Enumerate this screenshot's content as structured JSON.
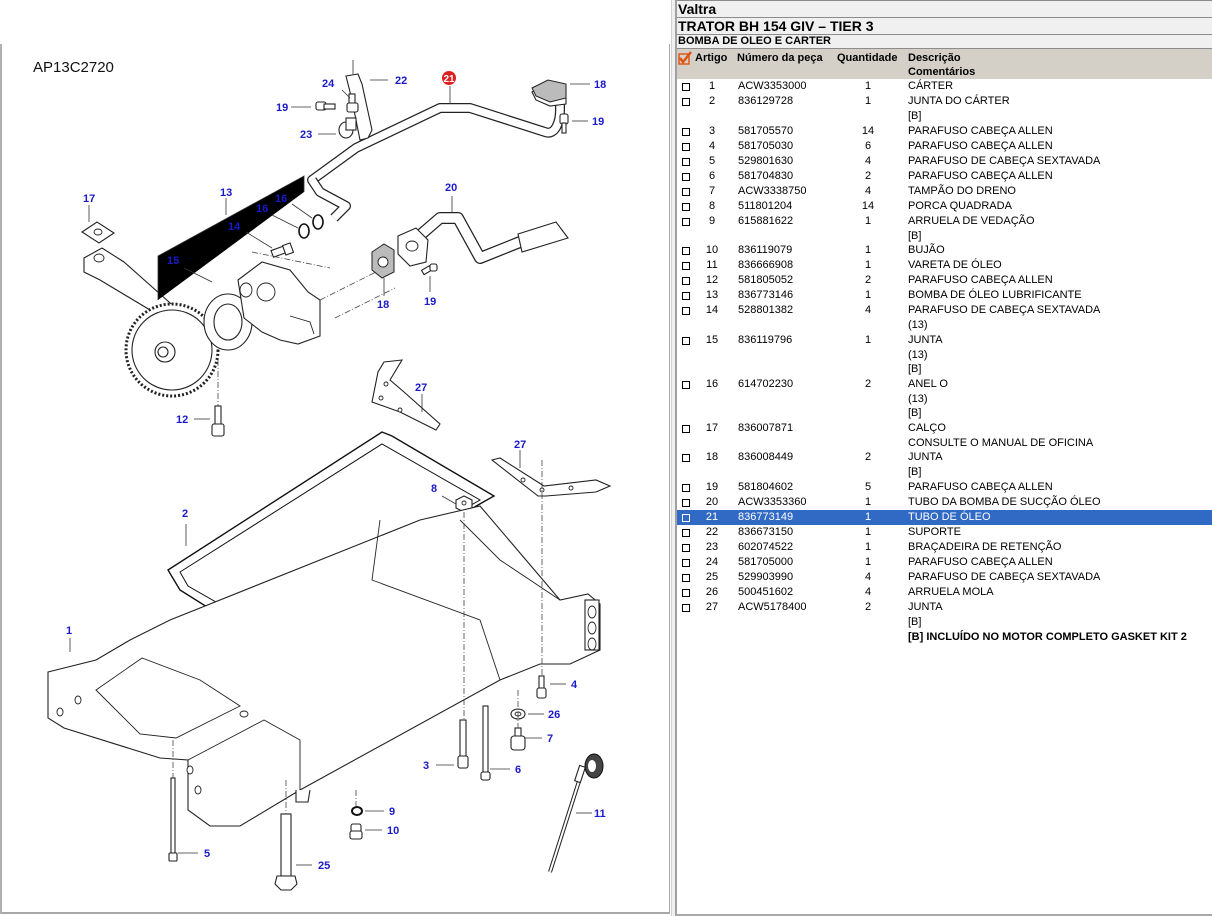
{
  "diagram": {
    "code": "AP13C2720",
    "highlighted_callout": "21",
    "callouts": [
      "1",
      "2",
      "3",
      "4",
      "5",
      "6",
      "7",
      "8",
      "9",
      "10",
      "11",
      "12",
      "13",
      "14",
      "15",
      "16",
      "17",
      "18",
      "19",
      "20",
      "21",
      "22",
      "23",
      "24",
      "25",
      "26",
      "27"
    ]
  },
  "header": {
    "brand": "Valtra",
    "model": "TRATOR BH 154 GIV – TIER 3",
    "section": "BOMBA DE OLEO E CARTER"
  },
  "columns": {
    "check_icon": "check-all-icon",
    "article": "Artigo",
    "part_number": "Número da peça",
    "quantity": "Quantidade",
    "description": "Descrição",
    "comments": "Comentários"
  },
  "parts": [
    {
      "article": "1",
      "part_number": "ACW3353000",
      "quantity": "1",
      "description": "CÁRTER",
      "comments": []
    },
    {
      "article": "2",
      "part_number": "836129728",
      "quantity": "1",
      "description": "JUNTA DO CÁRTER",
      "comments": [
        "[B]"
      ]
    },
    {
      "article": "3",
      "part_number": "581705570",
      "quantity": "14",
      "description": "PARAFUSO CABEÇA ALLEN",
      "comments": []
    },
    {
      "article": "4",
      "part_number": "581705030",
      "quantity": "6",
      "description": "PARAFUSO CABEÇA ALLEN",
      "comments": []
    },
    {
      "article": "5",
      "part_number": "529801630",
      "quantity": "4",
      "description": "PARAFUSO DE CABEÇA SEXTAVADA",
      "comments": []
    },
    {
      "article": "6",
      "part_number": "581704830",
      "quantity": "2",
      "description": "PARAFUSO CABEÇA ALLEN",
      "comments": []
    },
    {
      "article": "7",
      "part_number": "ACW3338750",
      "quantity": "4",
      "description": "TAMPÃO DO DRENO",
      "comments": []
    },
    {
      "article": "8",
      "part_number": "511801204",
      "quantity": "14",
      "description": "PORCA QUADRADA",
      "comments": []
    },
    {
      "article": "9",
      "part_number": "615881622",
      "quantity": "1",
      "description": "ARRUELA DE VEDAÇÃO",
      "comments": [
        "[B]"
      ]
    },
    {
      "article": "10",
      "part_number": "836119079",
      "quantity": "1",
      "description": "BUJÃO",
      "comments": []
    },
    {
      "article": "11",
      "part_number": "836666908",
      "quantity": "1",
      "description": "VARETA  DE ÓLEO",
      "comments": []
    },
    {
      "article": "12",
      "part_number": "581805052",
      "quantity": "2",
      "description": "PARAFUSO CABEÇA ALLEN",
      "comments": []
    },
    {
      "article": "13",
      "part_number": "836773146",
      "quantity": "1",
      "description": "BOMBA DE ÓLEO LUBRIFICANTE",
      "comments": []
    },
    {
      "article": "14",
      "part_number": "528801382",
      "quantity": "4",
      "description": "PARAFUSO DE CABEÇA SEXTAVADA",
      "comments": [
        "(13)"
      ]
    },
    {
      "article": "15",
      "part_number": "836119796",
      "quantity": "1",
      "description": "JUNTA",
      "comments": [
        "(13)",
        "[B]"
      ]
    },
    {
      "article": "16",
      "part_number": "614702230",
      "quantity": "2",
      "description": "ANEL O",
      "comments": [
        "(13)",
        "[B]"
      ]
    },
    {
      "article": "17",
      "part_number": "836007871",
      "quantity": "",
      "description": "CALÇO",
      "comments": [
        "CONSULTE O MANUAL DE OFICINA"
      ]
    },
    {
      "article": "18",
      "part_number": "836008449",
      "quantity": "2",
      "description": "JUNTA",
      "comments": [
        "[B]"
      ]
    },
    {
      "article": "19",
      "part_number": "581804602",
      "quantity": "5",
      "description": "PARAFUSO CABEÇA ALLEN",
      "comments": []
    },
    {
      "article": "20",
      "part_number": "ACW3353360",
      "quantity": "1",
      "description": "TUBO DA BOMBA DE SUCÇÃO ÓLEO",
      "comments": []
    },
    {
      "article": "21",
      "part_number": "836773149",
      "quantity": "1",
      "description": "TUBO DE ÓLEO",
      "comments": [],
      "selected": true
    },
    {
      "article": "22",
      "part_number": "836673150",
      "quantity": "1",
      "description": "SUPORTE",
      "comments": []
    },
    {
      "article": "23",
      "part_number": "602074522",
      "quantity": "1",
      "description": "BRAÇADEIRA DE RETENÇÃO",
      "comments": []
    },
    {
      "article": "24",
      "part_number": "581705000",
      "quantity": "1",
      "description": "PARAFUSO CABEÇA ALLEN",
      "comments": []
    },
    {
      "article": "25",
      "part_number": "529903990",
      "quantity": "4",
      "description": "PARAFUSO DE CABEÇA SEXTAVADA",
      "comments": []
    },
    {
      "article": "26",
      "part_number": "500451602",
      "quantity": "4",
      "description": "ARRUELA MOLA",
      "comments": []
    },
    {
      "article": "27",
      "part_number": "ACW5178400",
      "quantity": "2",
      "description": "JUNTA",
      "comments": [
        "[B]"
      ]
    }
  ],
  "footnote": "[B] INCLUÍDO NO MOTOR COMPLETO GASKET KIT 2",
  "colors": {
    "selection": "#316ac5",
    "callout_text": "#1a1acc",
    "highlight_callout": "#e02020",
    "header_bg": "#d4d0c8",
    "check_icon": "#e05010"
  }
}
